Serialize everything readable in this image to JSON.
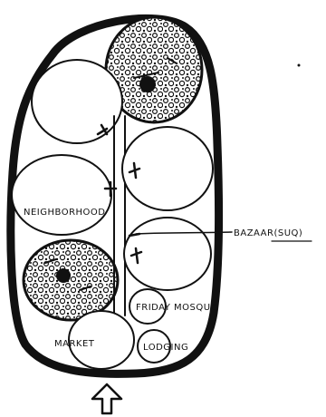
{
  "labels": {
    "neighborhood": "NEIGHBORHOOD",
    "bazaar": "BAZAAR(SUQ)",
    "friday_mosque": "FRIDAY MOSQUE",
    "market": "MARKET",
    "lodging": "LODGING"
  },
  "colors": {
    "ink": "#111111",
    "paper": "#ffffff"
  },
  "icons": {
    "entrance": "arrow-up-icon"
  }
}
